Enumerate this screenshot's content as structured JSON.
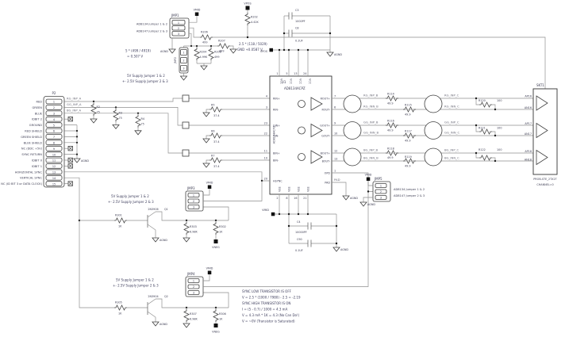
{
  "nets": {
    "vmid": "VMID",
    "vpos": "VPOS",
    "vneg": "VNEG",
    "agnd": "AGND",
    "pad": "PAD",
    "rg_inp_a": "RG_INP_A",
    "gg_inp_a": "GG_INP_A",
    "bg_inp_a": "BG_INP_A",
    "rg_inp_b": "RG_INP_B",
    "rg_inn_b": "RG_INN_B",
    "gg_inp_b": "GG_INP_B",
    "gg_inn_b": "GG_INN_B",
    "bg_inp_b": "BG_INP_B",
    "bg_inn_b": "BG_INN_B",
    "rg_inp_c": "RG_INP_C",
    "rg_inn_c": "RG_INN_C",
    "gg_inp_c": "GG_INP_C",
    "gg_inn_c": "GG_INN_C",
    "bg_inp_c": "BG_INP_C",
    "bg_inn_c": "BG_INN_C"
  },
  "jumpers": {
    "pins": [
      "1",
      "2",
      "3"
    ],
    "jmp1": {
      "ref": "JMP1",
      "note1": "AD8134 Jumper 1 & 2",
      "note2": "AD8147 Jumper 2 & 3"
    },
    "jmp2": {
      "ref": "JMP2"
    },
    "jmp3": {
      "ref": "JMP3"
    },
    "jmp4": {
      "ref": "JMP4"
    },
    "jmp5": {
      "ref": "JMP5",
      "note1": "AD8134 Jumper 1 & 2",
      "note2": "AD8147 Jumper 2 & 3"
    }
  },
  "notes": {
    "divider1": "5 * (499 / 4919)",
    "divider2": "= 0.507 V",
    "vmid1": "2.5 * (118 / 5029)",
    "vmid2": "GND +0.0587 V",
    "supply1": "5V Supply Jumper 1 & 2",
    "supply2": "+- 2.5V Supply Jumper 2 & 3",
    "sync": [
      "SYNC LOW TRANSISTOR IS OFF",
      "V = 2.5 * (1000 / 7980) - 2.5 = -2.19",
      "SYNC HIGH TRANSISTOR IS ON",
      "I = (5 - 0.7) / 1000 = 4.3 mA",
      "V = 4.3 mA * 1K = 4.3 (No Can Do!)",
      "V = ~0V (Transistor is Saturated)"
    ]
  },
  "resistors": {
    "r202": {
      "ref": "R202",
      "val": "4.42K"
    },
    "r206": {
      "ref": "R206",
      "val": "499"
    },
    "r207": {
      "ref": "R207",
      "val": "499"
    },
    "r204": {
      "ref": "R204",
      "val": "4.99K"
    },
    "r208": {
      "ref": "R208",
      "val": "499"
    },
    "r2": {
      "ref": "R2",
      "val": "75"
    },
    "r3": {
      "ref": "R3",
      "val": "75"
    },
    "r4": {
      "ref": "R4",
      "val": "75"
    },
    "r5": {
      "ref": "R5",
      "val": "37.4"
    },
    "r6": {
      "ref": "R6",
      "val": "37.4"
    },
    "r7": {
      "ref": "R7",
      "val": "37.4"
    },
    "r114": {
      "ref": "R114",
      "val": "49.9"
    },
    "r115": {
      "ref": "R115",
      "val": "49.9"
    },
    "r116": {
      "ref": "R116",
      "val": "49.9"
    },
    "r117": {
      "ref": "R117",
      "val": "49.9"
    },
    "r118": {
      "ref": "R118",
      "val": "49.9"
    },
    "r119": {
      "ref": "R119",
      "val": "49.9"
    },
    "r120": {
      "ref": "R120",
      "val": "100"
    },
    "r121": {
      "ref": "R121",
      "val": "100"
    },
    "r122": {
      "ref": "R122",
      "val": "100"
    },
    "r301": {
      "ref": "R301",
      "val": "1K"
    },
    "r303": {
      "ref": "R303",
      "val": "6.98K"
    },
    "r302": {
      "ref": "R302",
      "val": "1K"
    },
    "r305": {
      "ref": "R305",
      "val": "1K"
    },
    "r307": {
      "ref": "R307",
      "val": "6.98K"
    },
    "r306": {
      "ref": "R306",
      "val": "1K"
    }
  },
  "caps": {
    "c3": {
      "ref": "C3",
      "val": "1000PF"
    },
    "c8": {
      "ref": "C8",
      "val": "0.1UF"
    },
    "c4": {
      "ref": "C4",
      "val": "10000PF"
    },
    "c90": {
      "ref": "C90",
      "val": "0.1UF"
    }
  },
  "transistors": {
    "q1": {
      "ref": "Q1",
      "part": "2N3906"
    },
    "q2": {
      "ref": "Q2",
      "part": "2N3904"
    }
  },
  "p2": {
    "ref": "P2",
    "pins": [
      {
        "n": "1",
        "label": "RED"
      },
      {
        "n": "2",
        "label": "GREEN"
      },
      {
        "n": "3",
        "label": "BLUE"
      },
      {
        "n": "4",
        "label": "IDBIT 2"
      },
      {
        "n": "5",
        "label": "GROUND"
      },
      {
        "n": "6",
        "label": "RED SHIELD"
      },
      {
        "n": "7",
        "label": "GREEN SHIELD"
      },
      {
        "n": "8",
        "label": "BLUE SHIELD"
      },
      {
        "n": "9",
        "label": "NC (DDC +5V)"
      },
      {
        "n": "10",
        "label": "SYNC RETURN"
      },
      {
        "n": "11",
        "label": "IDBIT 0"
      },
      {
        "n": "12",
        "label": "IDBIT 1"
      },
      {
        "n": "13",
        "label": "HORIZONTAL SYNC"
      },
      {
        "n": "14",
        "label": "VERTICAL SYNC"
      },
      {
        "n": "15",
        "label": "NC (ID BIT 3 or DATA CLOCK)"
      }
    ]
  },
  "ic": {
    "ref": "U1",
    "part": "AD8134ACPZ",
    "left": [
      {
        "n": "4",
        "name": "RIN+"
      },
      {
        "n": "3",
        "name": "RIN-"
      },
      {
        "n": "23",
        "name": "GIN+"
      },
      {
        "n": "22",
        "name": "GIN-"
      },
      {
        "n": "11",
        "name": "BIN+"
      },
      {
        "n": "10",
        "name": "BIN-"
      },
      {
        "n": "20",
        "name": "HSYNC"
      }
    ],
    "right": [
      {
        "name": "ROUT+",
        "n": "7"
      },
      {
        "name": "ROUT-",
        "n": "6"
      },
      {
        "name": "GOUT+",
        "n": "9"
      },
      {
        "name": "GOUT-",
        "n": "10"
      },
      {
        "name": "BOUT+",
        "n": "12"
      },
      {
        "name": "BOUT-",
        "n": "13"
      },
      {
        "name": "OPD",
        "n": "1"
      },
      {
        "name": "PAD",
        "n": "PAD"
      }
    ],
    "top": {
      "nums": [
        "1",
        "5",
        "13",
        "24"
      ],
      "name": "VCC"
    },
    "bottom": {
      "nums": [
        "2",
        "8",
        "16",
        "21"
      ],
      "name": "VEE"
    }
  },
  "skt1": {
    "ref": "SKT1",
    "part": "PROB-STE_2TX2T",
    "channel": "CHANNEL=0",
    "pins": [
      {
        "p": "AP16",
        "n": "AN16"
      },
      {
        "p": "AP17",
        "n": "AN17"
      },
      {
        "p": "AP18",
        "n": "AN18"
      }
    ]
  }
}
